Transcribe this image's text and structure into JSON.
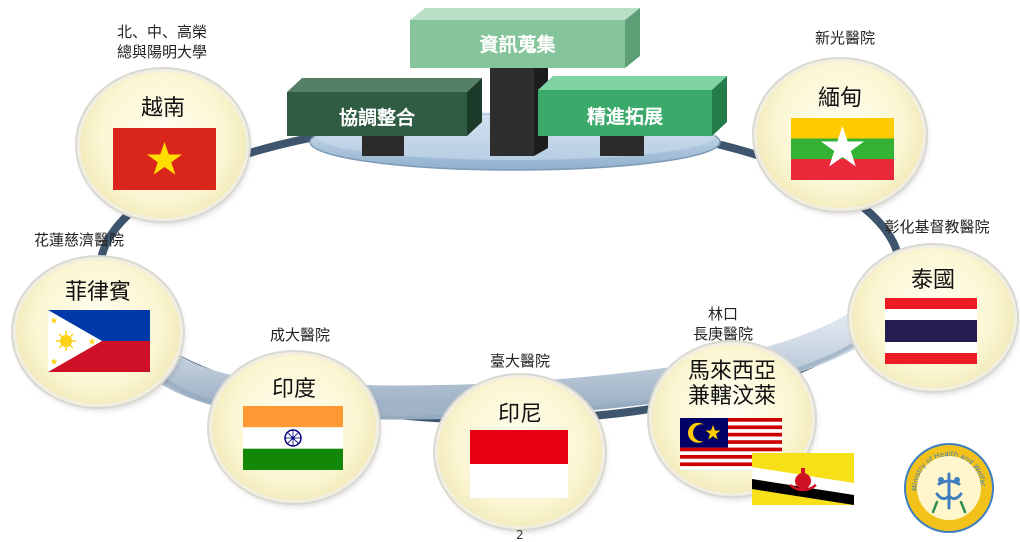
{
  "center": {
    "top_block": "資訊蒐集",
    "left_block": "協調整合",
    "right_block": "精進拓展"
  },
  "nodes": [
    {
      "id": "vietnam",
      "country": "越南",
      "hospital_lines": [
        "北、中、高榮",
        "總與陽明大學"
      ],
      "flag": "vietnam-flag"
    },
    {
      "id": "myanmar",
      "country": "緬甸",
      "hospital_lines": [
        "新光醫院"
      ],
      "flag": "myanmar-flag"
    },
    {
      "id": "thailand",
      "country": "泰國",
      "hospital_lines": [
        "彰化基督教醫院"
      ],
      "flag": "thailand-flag"
    },
    {
      "id": "malaysia-brunei",
      "country_lines": [
        "馬來西亞",
        "兼轄汶萊"
      ],
      "hospital_lines": [
        "林口",
        "長庚醫院"
      ],
      "flag": "malaysia-flag",
      "flag2": "brunei-flag"
    },
    {
      "id": "indonesia",
      "country": "印尼",
      "hospital_lines": [
        "臺大醫院"
      ],
      "flag": "indonesia-flag"
    },
    {
      "id": "india",
      "country": "印度",
      "hospital_lines": [
        "成大醫院"
      ],
      "flag": "india-flag"
    },
    {
      "id": "philippines",
      "country": "菲律賓",
      "hospital_lines": [
        "花蓮慈濟醫院"
      ],
      "flag": "philippines-flag"
    }
  ],
  "emblem": {
    "arc_text": "Ministry of Health and Welfare",
    "icon": "ministry-emblem-icon"
  },
  "page_number": "2",
  "colors": {
    "ring": "#c9d5e2",
    "platform": "#a9c3dc",
    "block_top": "#7fbf98",
    "block_left": "#2f5e44",
    "block_right": "#3fae6f",
    "pillar": "#2e2e2e"
  }
}
